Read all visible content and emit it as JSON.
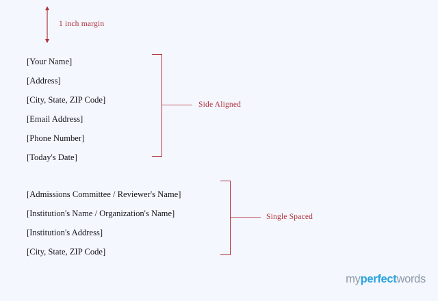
{
  "page": {
    "background_color": "#f4f7fd",
    "annotation_color": "#b0303a",
    "text_color": "#16161d"
  },
  "margin_annotation": {
    "label": "1 inch margin",
    "icon": "double-headed-vertical-arrow"
  },
  "sender_block": {
    "lines": [
      "[Your Name]",
      "[Address]",
      "[City, State, ZIP Code]",
      "[Email Address]",
      "[Phone Number]",
      "[Today's Date]"
    ]
  },
  "recipient_block": {
    "lines": [
      "[Admissions Committee / Reviewer's Name]",
      "[Institution's Name / Organization's Name]",
      "[Institution's Address]",
      "[City, State, ZIP Code]"
    ]
  },
  "callouts": [
    {
      "label": "Side Aligned"
    },
    {
      "label": "Single Spaced"
    }
  ],
  "brand": {
    "part_one": "my",
    "part_two": "perfect",
    "part_three": "words",
    "accent_color": "#29a3e0",
    "muted_color": "#8d9aa6"
  }
}
